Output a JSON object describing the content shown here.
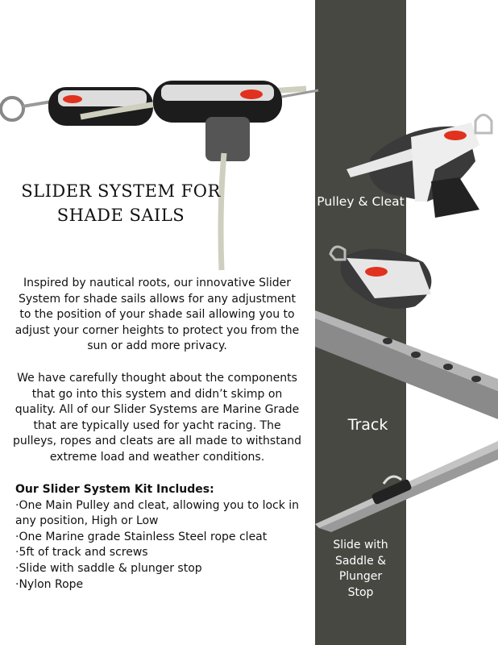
{
  "title": "SLIDER SYSTEM FOR SHADE SAILS",
  "title_lines": [
    "SLIDER SYSTEM FOR",
    "SHADE SAILS"
  ],
  "paragraphs": [
    "Inspired by nautical roots, our innovative Slider System for shade sails allows for any adjustment to the position of your shade sail allowing you to adjust your corner heights to protect you from the sun or add more privacy.",
    "We have carefully thought about the components that go into this system and didn’t skimp on quality. All of our Slider Systems are Marine Grade that are typically used for yacht racing. The pulleys, ropes and cleats are all made to withstand extreme load and weather conditions."
  ],
  "kit": {
    "heading": "Our Slider System Kit Includes:",
    "items": [
      "·One Main Pulley and cleat, allowing you to lock in any position, High or Low",
      "·One Marine grade Stainless Steel rope cleat",
      "·5ft of track and screws",
      "·Slide with saddle & plunger stop",
      "·Nylon Rope"
    ]
  },
  "labels": {
    "pulley": "Pulley & Cleat",
    "track": "Track",
    "slide": [
      "Slide with",
      "Saddle &",
      "Plunger",
      "Stop"
    ]
  },
  "colors": {
    "column": "#484843",
    "accent_red": "#e0321e"
  }
}
